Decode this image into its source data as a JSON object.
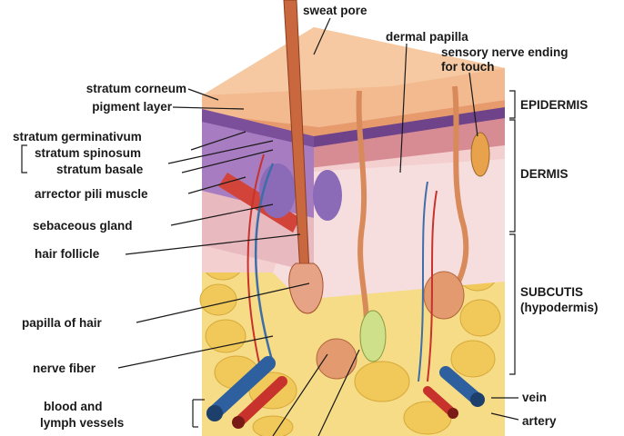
{
  "labels": {
    "sweat_pore": "sweat pore",
    "dermal_papilla": "dermal papilla",
    "sensory_nerve_line1": "sensory nerve ending",
    "sensory_nerve_line2": "for touch",
    "stratum_corneum": "stratum corneum",
    "pigment_layer": "pigment layer",
    "stratum_germinativum": "stratum germinativum",
    "stratum_spinosum": "stratum spinosum",
    "stratum_basale": "stratum basale",
    "arrector_pili": "arrector pili muscle",
    "sebaceous_gland": "sebaceous gland",
    "hair_follicle": "hair follicle",
    "papilla_of_hair": "papilla of hair",
    "nerve_fiber": "nerve fiber",
    "blood_lymph_line1": "blood and",
    "blood_lymph_line2": "lymph vessels",
    "vein": "vein",
    "artery": "artery"
  },
  "layers": {
    "epidermis": "EPIDERMIS",
    "dermis": "DERMIS",
    "subcutis_line1": "SUBCUTIS",
    "subcutis_line2": "(hypodermis)"
  },
  "colors": {
    "epidermis_top": "#f2b48a",
    "stratum_purple": "#9b6bb5",
    "dermis_pink": "#f1c3c6",
    "fat_yellow": "#f3d36a",
    "hair_brown": "#c8643c",
    "vein_blue": "#2e5f9e",
    "artery_red": "#c8322c"
  }
}
